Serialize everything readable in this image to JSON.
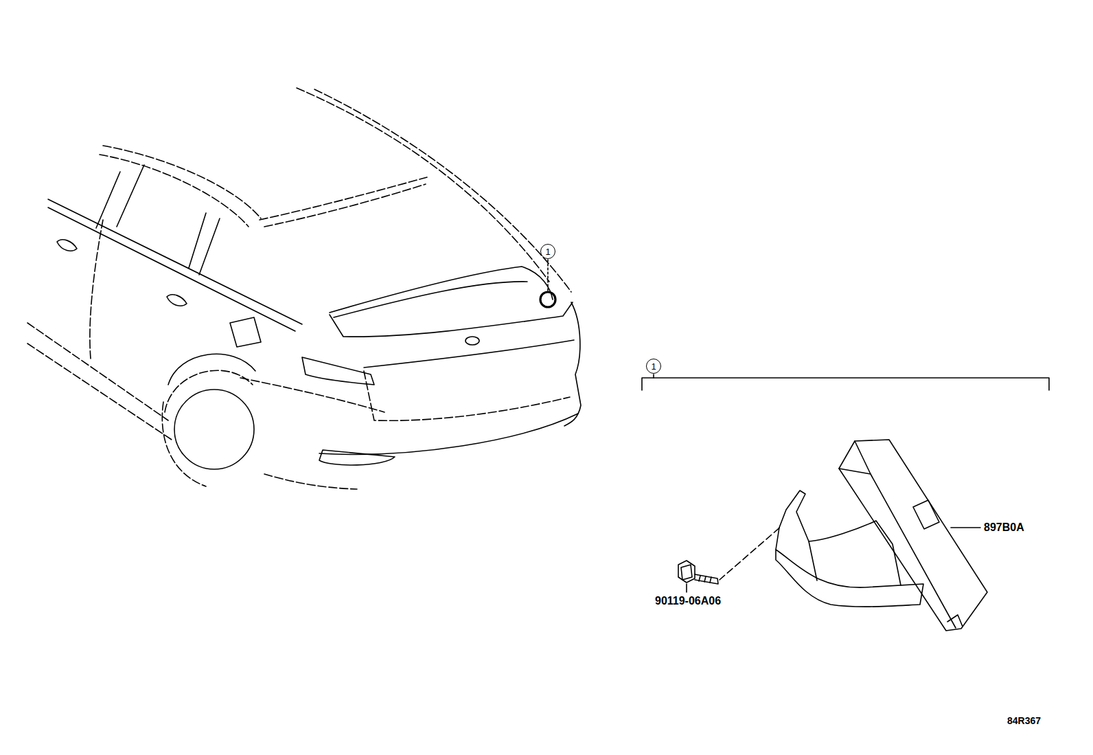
{
  "diagram": {
    "nodes": [
      {
        "text": [
          "1"
        ]
      },
      {
        "text": [
          "1"
        ]
      }
    ],
    "labels": [
      "897B0A",
      "90119-06A06",
      "84R367"
    ]
  }
}
